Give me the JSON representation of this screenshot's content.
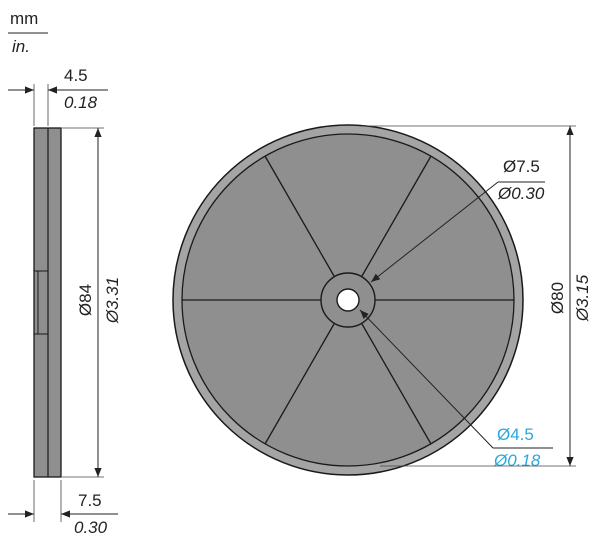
{
  "units": {
    "primary": "mm",
    "secondary": "in."
  },
  "side_view": {
    "thickness": {
      "mm": "4.5",
      "in": "0.18"
    },
    "diameter": {
      "mm": "Ø84",
      "in": "Ø3.31"
    },
    "hub_width": {
      "mm": "7.5",
      "in": "0.30"
    }
  },
  "front_view": {
    "inner_hole": {
      "mm": "Ø7.5",
      "in": "Ø0.30"
    },
    "center_hole": {
      "mm": "Ø4.5",
      "in": "Ø0.18"
    },
    "outer_diameter": {
      "mm": "Ø80",
      "in": "Ø3.15"
    }
  },
  "colors": {
    "disc_fill": "#8f8f8f",
    "rim_fill": "#a4a4a4",
    "line": "#1a1a1a",
    "highlight": "#29a8dc"
  }
}
